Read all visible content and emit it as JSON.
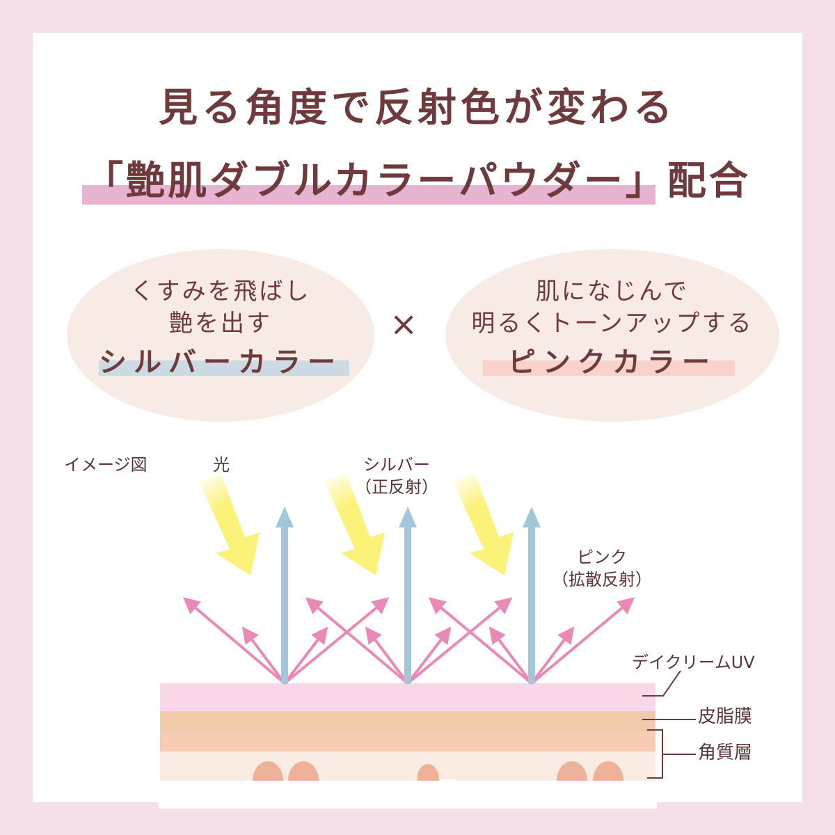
{
  "colors": {
    "border": "#f5dfea",
    "panel": "#ffffff",
    "text": "#6e3a3c",
    "title_highlight": "#e8b3d0",
    "ellipse_fill": "#f8ebe5",
    "silver_highlight": "#ccdbe3",
    "pink_highlight": "#f9d2ce",
    "light_arrow": "#fbf27a",
    "silver_arrow": "#a3c6d8",
    "pink_arrow": "#ea88b6",
    "layer_daycream": "#f8d8e8",
    "layer_sebum": "#f1c9ab",
    "layer_stratum": "#f6ccb5",
    "layer_cell": "#fbece3",
    "nucleus": "#edb299"
  },
  "header": {
    "line1": "見る角度で反射色が変わる",
    "line2": "「艶肌ダブルカラーパウダー」配合"
  },
  "features": {
    "left": {
      "line1": "くすみを飛ばし",
      "line2": "艶を出す",
      "name": "シルバーカラー"
    },
    "operator": "×",
    "right": {
      "line1": "肌になじんで",
      "line2": "明るくトーンアップする",
      "name": "ピンクカラー"
    }
  },
  "diagram": {
    "caption": "イメージ図",
    "light_label": "光",
    "silver_label": "シルバー",
    "silver_sub": "（正反射）",
    "pink_label": "ピンク",
    "pink_sub": "（拡散反射）",
    "layers": {
      "daycream": "デイクリームUV",
      "sebum": "皮脂膜",
      "stratum": "角質層"
    }
  }
}
